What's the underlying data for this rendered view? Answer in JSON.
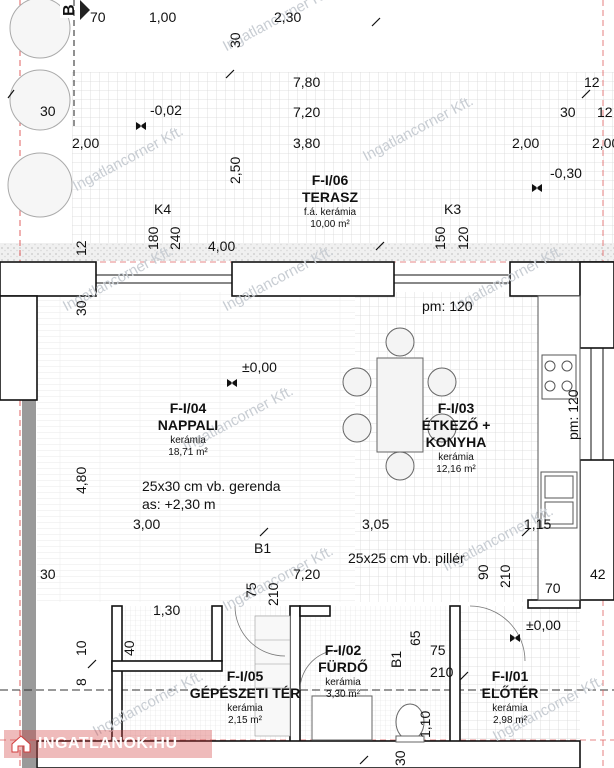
{
  "watermark": "Ingatlancorner Kft.",
  "logo": {
    "text": "INGATLANOK.HU",
    "icon": "house-icon",
    "color": "#d23c3c"
  },
  "section_marker": "B",
  "rooms": [
    {
      "id": "F-I/06",
      "name": "TERASZ",
      "material": "f.á. kerámia",
      "area": "10,00 m²"
    },
    {
      "id": "F-I/04",
      "name": "NAPPALI",
      "material": "kerámia",
      "area": "18,71 m²"
    },
    {
      "id": "F-I/03",
      "name": "ÉTKEZŐ +",
      "name2": "KONYHA",
      "material": "kerámia",
      "area": "12,16 m²"
    },
    {
      "id": "F-I/05",
      "name": "GÉPÉSZETI TÉR",
      "material": "kerámia",
      "area": "2,15 m²"
    },
    {
      "id": "F-I/02",
      "name": "FÜRDŐ",
      "material": "kerámia",
      "area": "3,30 m²"
    },
    {
      "id": "F-I/01",
      "name": "ELŐTÉR",
      "material": "kerámia",
      "area": "2,98 m²"
    }
  ],
  "notes": {
    "beam": "25x30 cm vb. gerenda",
    "beam_as": "as: +2,30 m",
    "pillar": "25x25 cm vb. pillér",
    "pm1": "pm:  120",
    "pm2": "pm: 120",
    "level_terrace": "-0,02",
    "level_terrace2": "-0,30",
    "level_main": "±0,00",
    "level_entry": "±0,00",
    "b1a": "B1",
    "b1b": "B1",
    "k4": "K4",
    "k3": "K3"
  },
  "dims": {
    "d70a": "70",
    "d100": "1,00",
    "d230": "2,30",
    "d30top": "30",
    "d780": "7,80",
    "d720top": "7,20",
    "d380": "3,80",
    "d30l": "30",
    "d200l": "2,00",
    "d250": "2,50",
    "d12r": "12",
    "d30r": "30",
    "d12r2": "12",
    "d200r": "2,00",
    "d200r2": "2,00",
    "d180": "180",
    "d240": "240",
    "d400": "4,00",
    "d150": "150",
    "d120": "120",
    "d12l": "12",
    "d30l2": "30",
    "d480": "4,80",
    "d30l3": "30",
    "d300": "3,00",
    "d305": "3,05",
    "d115": "1,15",
    "d720mid": "7,20",
    "d75a": "75",
    "d210a": "210",
    "d90": "90",
    "d210b": "210",
    "d70b": "70",
    "d42": "42",
    "d130": "1,30",
    "d40": "40",
    "d10": "10",
    "d65": "65",
    "d75b": "75",
    "d210c": "210",
    "d110": "1,10",
    "d30bot": "30",
    "d8": "8"
  }
}
